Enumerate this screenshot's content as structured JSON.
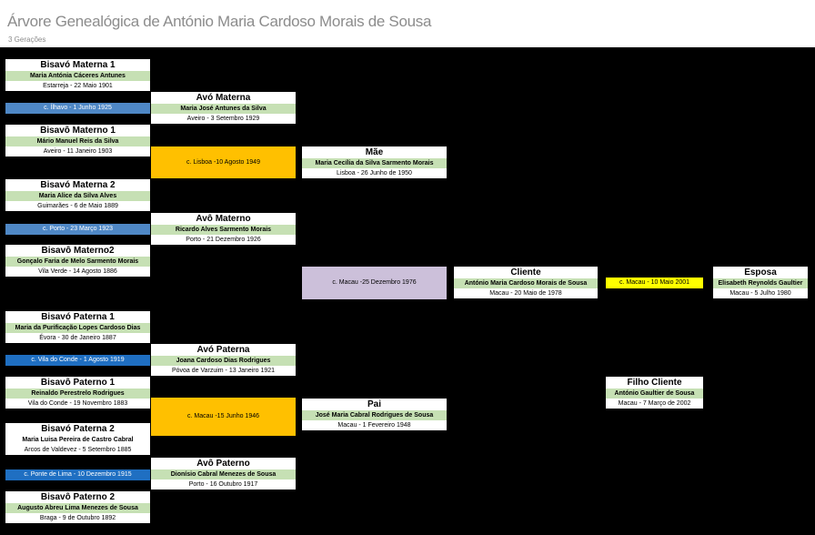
{
  "title": "Árvore Genealógica de António Maria Cardoso Morais de Sousa",
  "subtitle": "3 Gerações",
  "people": {
    "bisavo_materna_1": {
      "role": "Bisavó Materna 1",
      "name": "Maria Antónia Cáceres Antunes",
      "info": "Estarreja - 22 Maio 1901"
    },
    "bisavo_materno_1": {
      "role": "Bisavô Materno 1",
      "name": "Mário Manuel Reis da Silva",
      "info": "Aveiro - 11 Janeiro 1903"
    },
    "bisavo_materna_2": {
      "role": "Bisavó Materna 2",
      "name": "Maria Alice da Silva Alves",
      "info": "Guimarães - 6 de Maio 1889"
    },
    "bisavo_materno_2": {
      "role": "Bisavô Materno2",
      "name": "Gonçalo Faria de Melo Sarmento Morais",
      "info": "Vila Verde - 14 Agosto 1886"
    },
    "bisavo_paterna_1": {
      "role": "Bisavó Paterna 1",
      "name": "Maria da Purificação Lopes Cardoso Dias",
      "info": "Évora - 30 de Janeiro 1887"
    },
    "bisavo_paterno_1": {
      "role": "Bisavô Paterno 1",
      "name": "Reinaldo Perestrelo Rodrigues",
      "info": "Vila do Conde - 19 Novembro 1883"
    },
    "bisavo_paterna_2": {
      "role": "Bisavó Paterna 2",
      "name": "Maria Luisa  Pereira de Castro Cabral",
      "info": "Arcos de Valdevez - 5 Setembro 1885"
    },
    "bisavo_paterno_2": {
      "role": "Bisavô Paterno 2",
      "name": "Augusto Abreu Lima Menezes de Sousa",
      "info": "Braga - 9 de Outubro 1892"
    },
    "avo_materna": {
      "role": "Avó Materna",
      "name": "Maria José Antunes da Silva",
      "info": "Aveiro - 3 Setembro 1929"
    },
    "avo_materno": {
      "role": "Avô Materno",
      "name": "Ricardo Alves Sarmento Morais",
      "info": "Porto - 21 Dezembro 1926"
    },
    "avo_paterna": {
      "role": "Avó Paterna",
      "name": "Joana Cardoso Dias Rodrigues",
      "info": "Póvoa de Varzuim - 13 Janeiro 1921"
    },
    "avo_paterno": {
      "role": "Avô Paterno",
      "name": "Dionísio Cabral Menezes de Sousa",
      "info": "Porto - 16 Outubro 1917"
    },
    "mae": {
      "role": "Mãe",
      "name": "Maria Cecília da Silva Sarmento Morais",
      "info": "Lisboa - 26 Junho de 1950"
    },
    "pai": {
      "role": "Pai",
      "name": "José Maria Cabral Rodrigues de Sousa",
      "info": "Macau - 1 Fevereiro 1948"
    },
    "cliente": {
      "role": "Cliente",
      "name": "António Maria Cardoso Morais de Sousa",
      "info": "Macau - 20 Maio de 1978"
    },
    "esposa": {
      "role": "Esposa",
      "name": "Elisabeth Reynolds Gaultier",
      "info": "Macau - 5 Julho 1980"
    },
    "filho_cliente": {
      "role": "Filho Cliente",
      "name": "António Gaultier de Sousa",
      "info": "Macau - 7 Março de 2002"
    }
  },
  "marriages": {
    "m_ilhavo": "c. Ílhavo - 1 Junho 1925",
    "m_lisboa": "c. Lisboa -10 Agosto 1949",
    "m_porto": "c. Porto - 23 Março 1923",
    "m_macau_1976": "c. Macau -25 Dezembro 1976",
    "m_macau_2001": "c. Macau - 10 Maio 2001",
    "m_vila_conde": "c. Vila do Conde - 1 Agosto 1919",
    "m_macau_1946": "c. Macau -15 Junho 1946",
    "m_ponte_lima": "c. Ponte de Lima - 10 Dezembro 1915"
  },
  "colors": {
    "name_band": "#c6e0b4",
    "blue": "#4f88c6",
    "orange": "#ffc000",
    "lilac": "#ccc0da",
    "yellow": "#ffff00"
  }
}
